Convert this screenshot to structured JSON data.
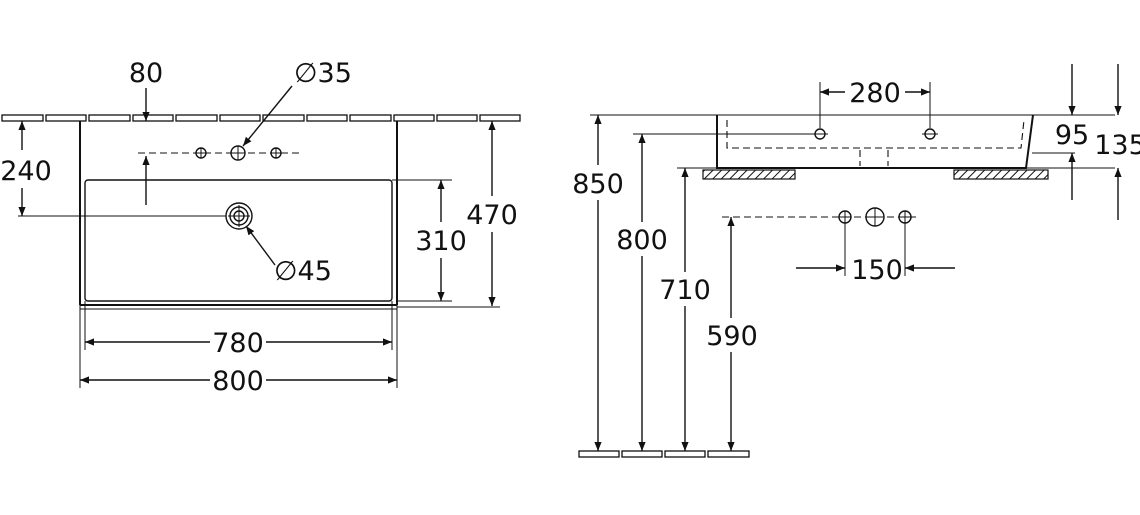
{
  "top_view": {
    "tap_offset": "80",
    "tap_hole": "∅35",
    "overflow_offset": "240",
    "waste_hole": "∅45",
    "basin_depth": "310",
    "total_depth": "470",
    "basin_width": "780",
    "total_width": "800"
  },
  "side_view": {
    "tap_spacing": "280",
    "rim_height_inner": "95",
    "rim_height_outer": "135",
    "height_top": "850",
    "height_rim": "800",
    "height_bottom": "710",
    "height_connection": "590",
    "connection_spacing": "150"
  },
  "colors": {
    "line": "#111111",
    "background": "#ffffff"
  }
}
